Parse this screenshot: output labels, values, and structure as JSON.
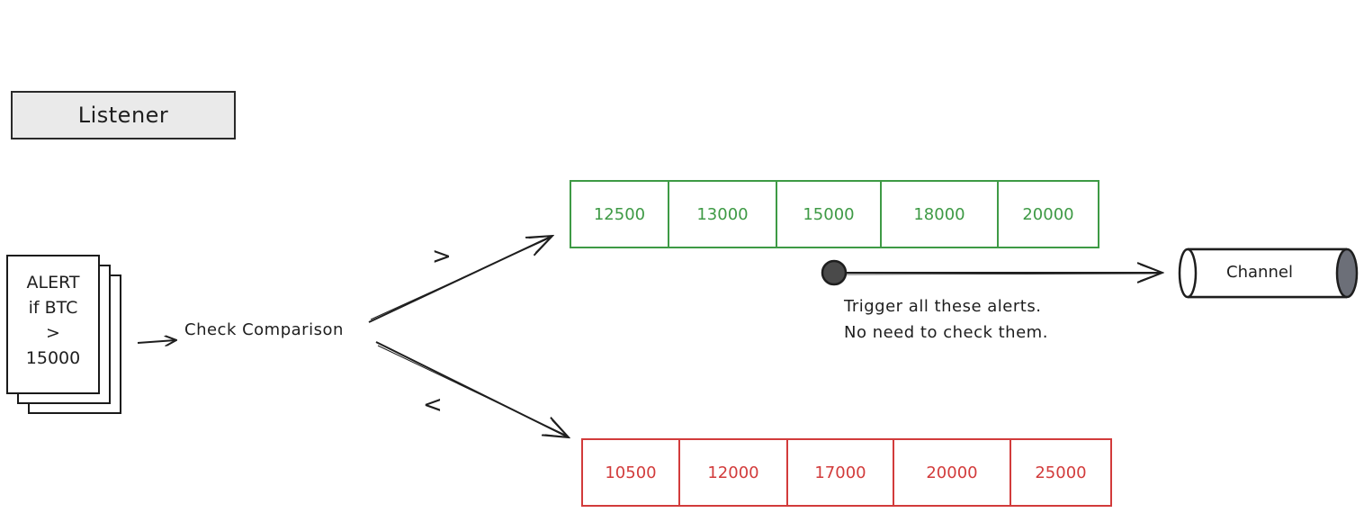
{
  "listener": {
    "label": "Listener"
  },
  "alert": {
    "lines": [
      "ALERT",
      "if BTC",
      ">",
      "15000"
    ]
  },
  "check": {
    "label": "Check Comparison"
  },
  "branches": {
    "greater": ">",
    "less": "<"
  },
  "green_row": {
    "color": "#3e9a45",
    "cells": [
      "12500",
      "13000",
      "15000",
      "18000",
      "20000"
    ]
  },
  "red_row": {
    "color": "#d23b3b",
    "cells": [
      "10500",
      "12000",
      "17000",
      "20000",
      "25000"
    ]
  },
  "trigger_note": {
    "lines": [
      "Trigger all these alerts.",
      "No need to check them."
    ]
  },
  "channel": {
    "label": "Channel"
  }
}
